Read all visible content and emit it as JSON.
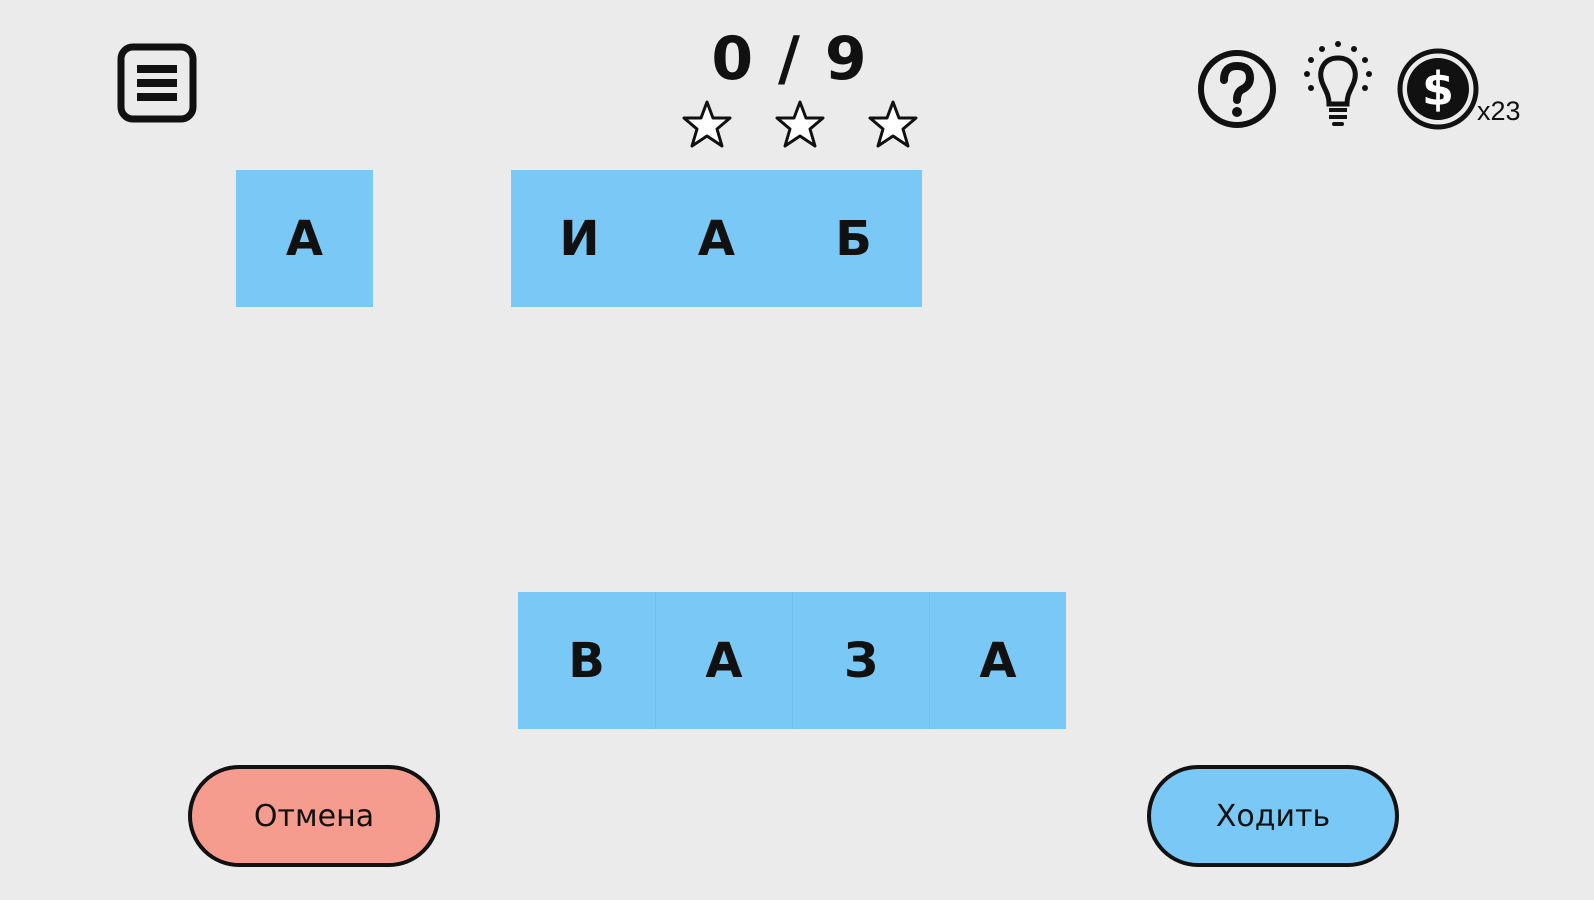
{
  "header": {
    "score": "0 / 9",
    "stars_earned": 0,
    "stars_total": 3,
    "coins": "x23",
    "icons": {
      "menu": "menu-icon",
      "help": "question-icon",
      "hint": "lightbulb-icon",
      "coin": "dollar-coin-icon"
    }
  },
  "board": {
    "row1": [
      "А"
    ],
    "row2": [
      "И",
      "А",
      "Б"
    ],
    "row3": [
      "В",
      "А",
      "З",
      "А"
    ]
  },
  "buttons": {
    "cancel": "Отмена",
    "go": "Ходить"
  },
  "colors": {
    "background": "#ebebeb",
    "tile": "#7ac8f5",
    "cancel": "#f59c8e",
    "go": "#7ac8f5"
  }
}
